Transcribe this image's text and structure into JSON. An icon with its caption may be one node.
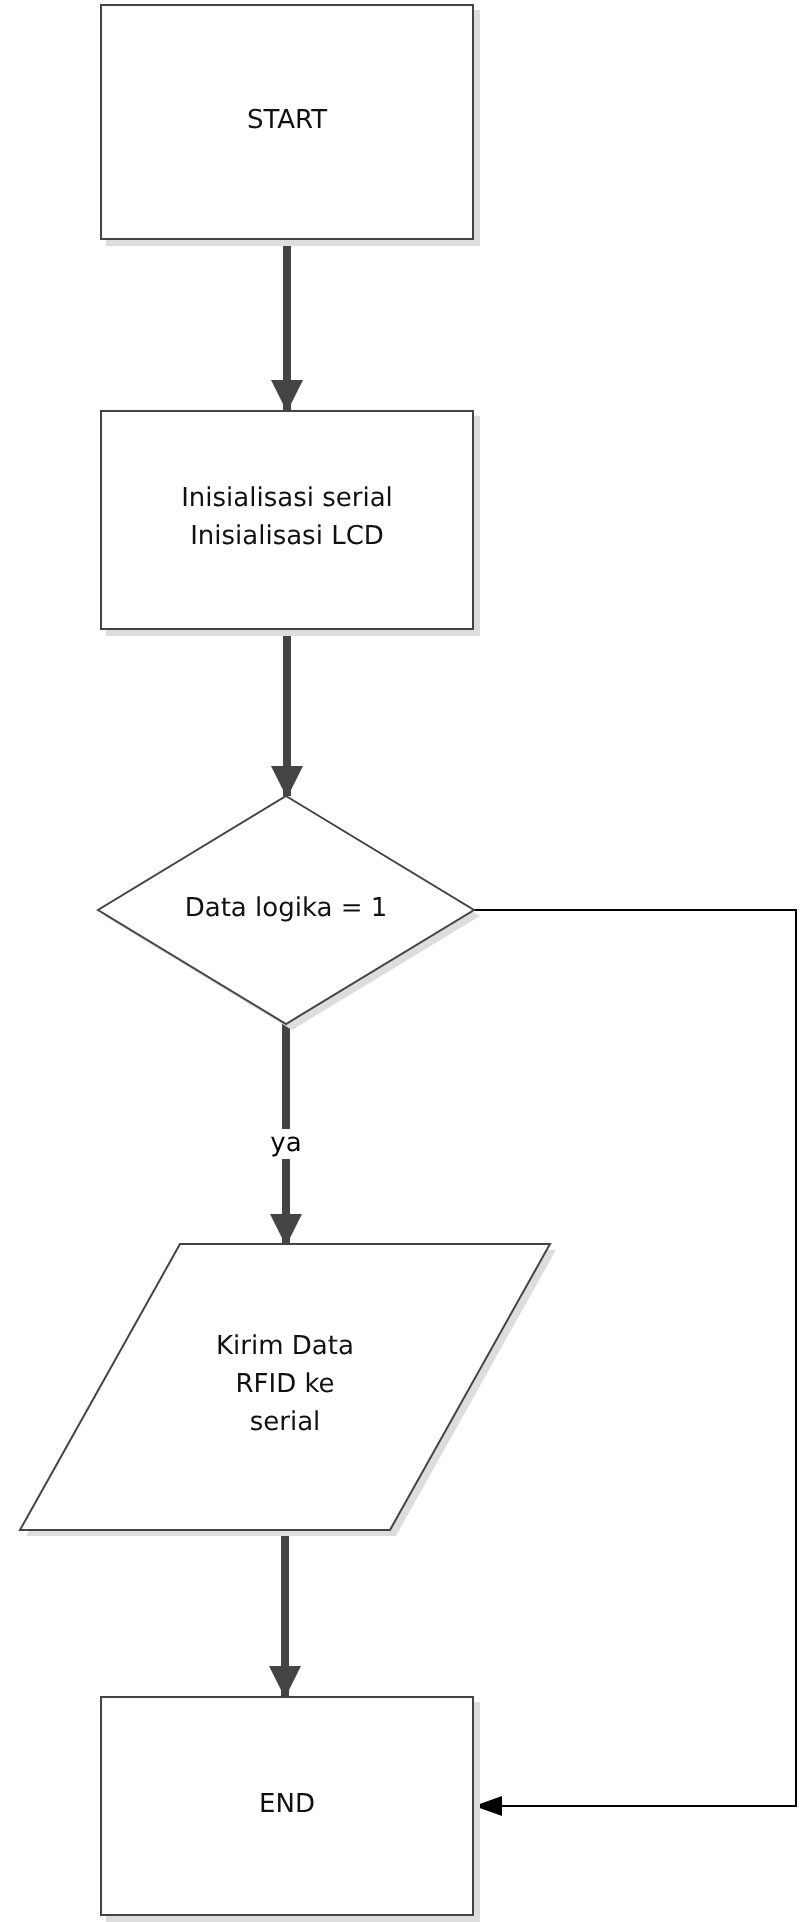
{
  "diagram": {
    "nodes": [
      {
        "text": [
          "START"
        ]
      },
      {
        "text": [
          "Inisialisasi serial Inisialisasi LCD"
        ]
      },
      {
        "text": [
          "Data logika = 1"
        ]
      },
      {
        "text": [
          "Kirim Data RFID ke serial"
        ]
      },
      {
        "text": [
          "END"
        ]
      }
    ],
    "edges": [
      {
        "from": 0,
        "to": 1,
        "arrow": "to"
      },
      {
        "from": 1,
        "to": 2,
        "arrow": "to"
      },
      {
        "from": 2,
        "to": 3,
        "arrow": "to",
        "label": "ya"
      },
      {
        "from": 3,
        "to": 4,
        "arrow": "to"
      },
      {
        "from": 2,
        "to": 4,
        "arrow": "to",
        "color": "#000000"
      }
    ]
  }
}
